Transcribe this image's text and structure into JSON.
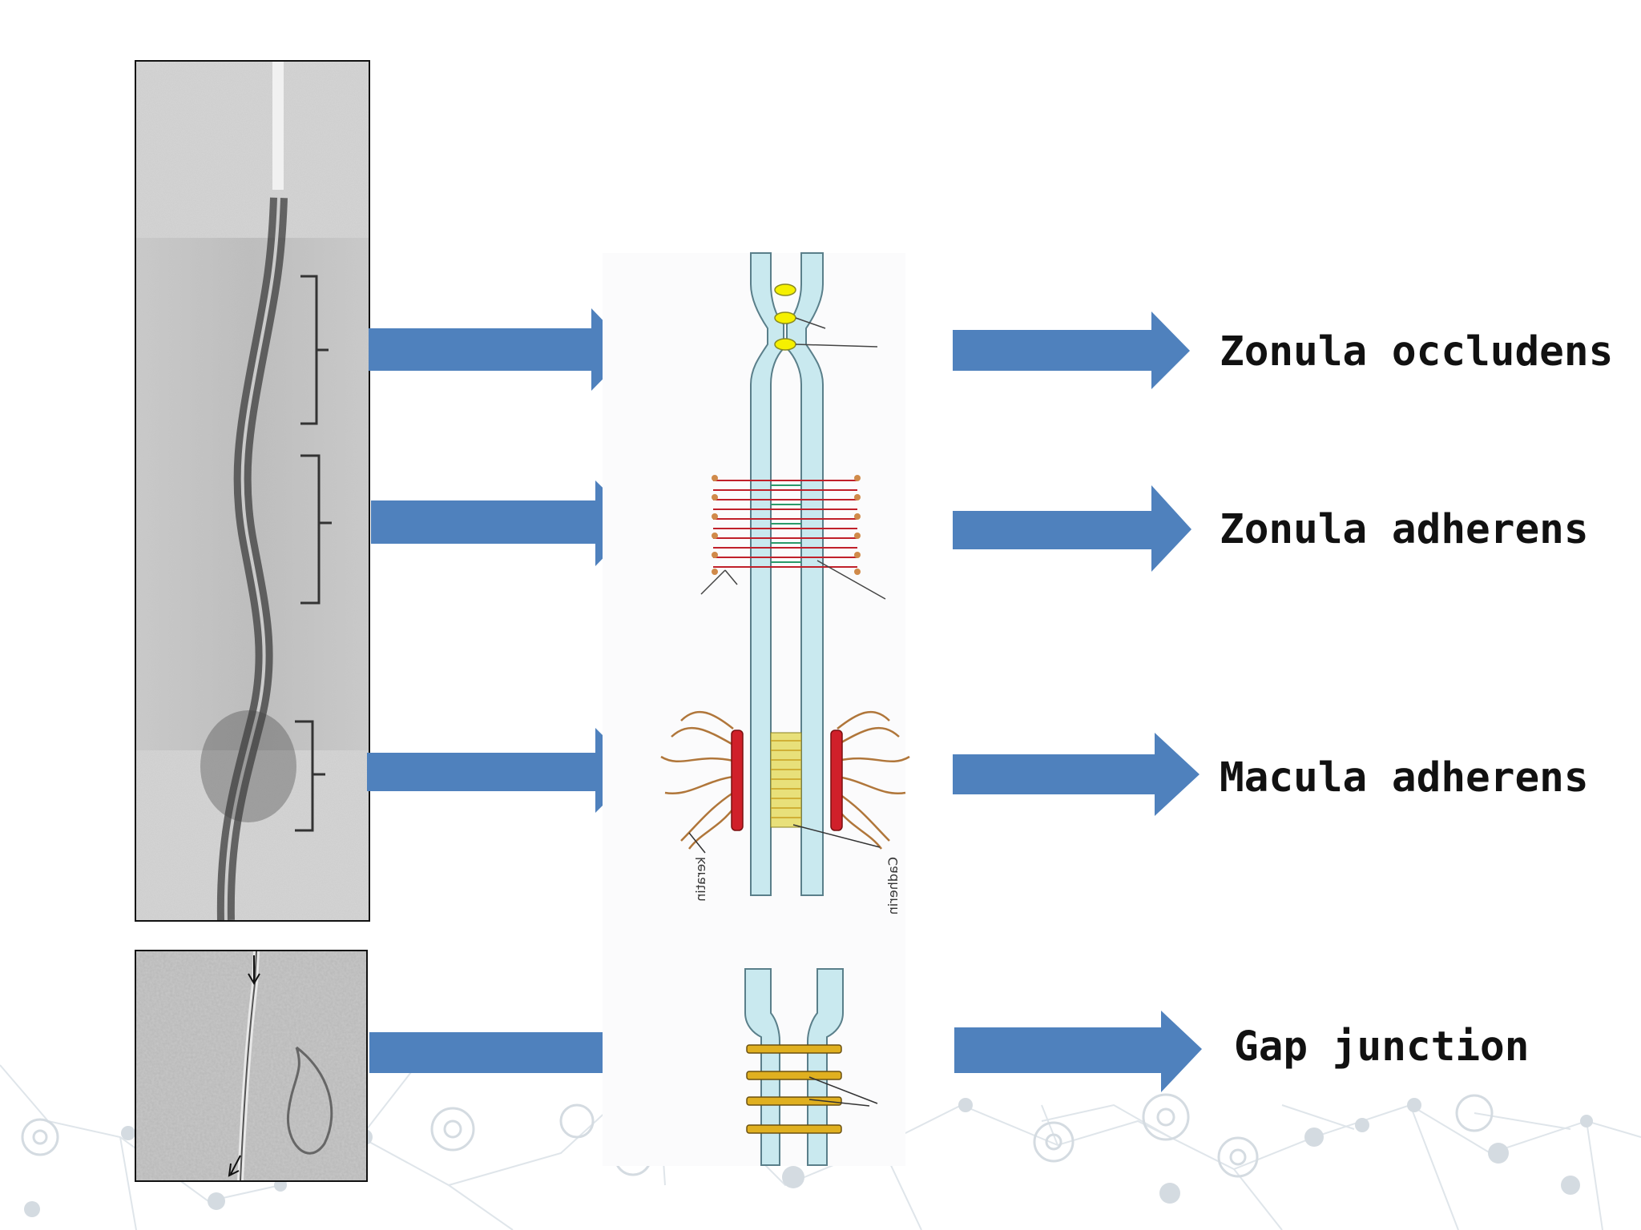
{
  "colors": {
    "arrow": "#4f81bd",
    "membrane_fill": "#c9e9ef",
    "membrane_stroke": "#5a7f8a",
    "occludens_protein": "#f5f000",
    "adherens_red": "#c0202a",
    "adherens_green": "#2a9a6a",
    "desmosome_plaque": "#d0202a",
    "keratin_fiber": "#b0763a",
    "gap_connexon": "#e0b020",
    "background_network": "#d6dde3"
  },
  "labels": {
    "zonula_occludens": "Zonula occludens",
    "zonula_adherens": "Zonula adherens",
    "macula_adherens": "Macula adherens",
    "gap_junction": "Gap junction"
  },
  "diagram_mirrored_text": {
    "keratin": "keratin",
    "cadherin": "Cadherin"
  }
}
